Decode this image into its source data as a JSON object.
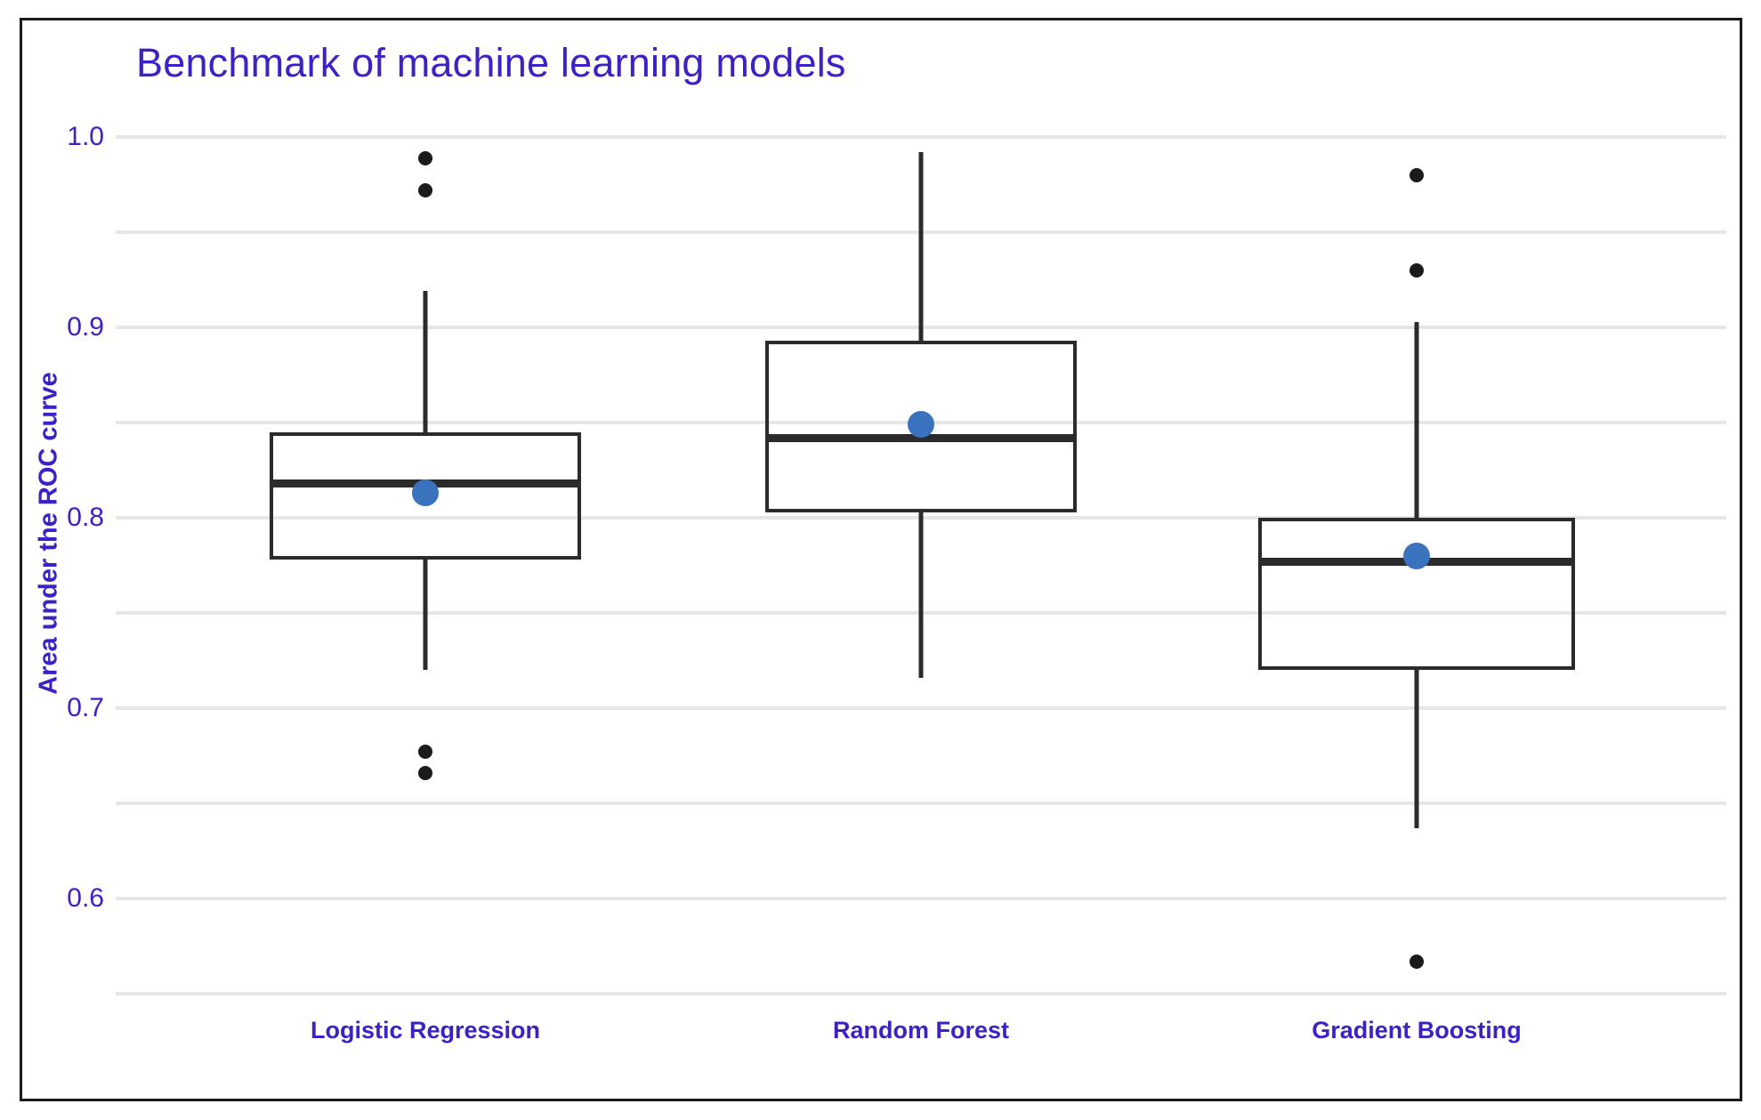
{
  "chart_data": {
    "type": "box",
    "title": "Benchmark of machine learning models",
    "xlabel": "",
    "ylabel": "Area under the ROC curve",
    "ylim": [
      0.55,
      1.02
    ],
    "grid": true,
    "legend": "none",
    "y_ticks": [
      {
        "label": "1.0",
        "value": 1.0
      },
      {
        "label": "0.9",
        "value": 0.9
      },
      {
        "label": "0.8",
        "value": 0.8
      },
      {
        "label": "0.7",
        "value": 0.7
      },
      {
        "label": "0.6",
        "value": 0.6
      }
    ],
    "y_gridlines": [
      1.0,
      0.95,
      0.9,
      0.85,
      0.8,
      0.75,
      0.7,
      0.65,
      0.6,
      0.55
    ],
    "categories": [
      "Logistic Regression",
      "Random Forest",
      "Gradient Boosting"
    ],
    "boxes": [
      {
        "name": "Logistic Regression",
        "whisker_low": 0.72,
        "q1": 0.778,
        "median": 0.818,
        "q3": 0.845,
        "whisker_high": 0.919,
        "mean": 0.813,
        "outliers": [
          0.989,
          0.972,
          0.677,
          0.666
        ]
      },
      {
        "name": "Random Forest",
        "whisker_low": 0.716,
        "q1": 0.803,
        "median": 0.842,
        "q3": 0.893,
        "whisker_high": 0.992,
        "mean": 0.849,
        "outliers": []
      },
      {
        "name": "Gradient Boosting",
        "whisker_low": 0.637,
        "q1": 0.72,
        "median": 0.777,
        "q3": 0.8,
        "whisker_high": 0.903,
        "mean": 0.78,
        "outliers": [
          0.98,
          0.93,
          0.567
        ]
      }
    ],
    "colors": {
      "title_text": "#3a22c8",
      "axis_text": "#3a22c8",
      "gridline": "#e6e6e6",
      "box_line": "#2b2b2b",
      "mean_marker": "#3b72bd",
      "outlier": "#1b1b1b",
      "figure_border": "#1a1a1a",
      "background": "#ffffff"
    }
  }
}
